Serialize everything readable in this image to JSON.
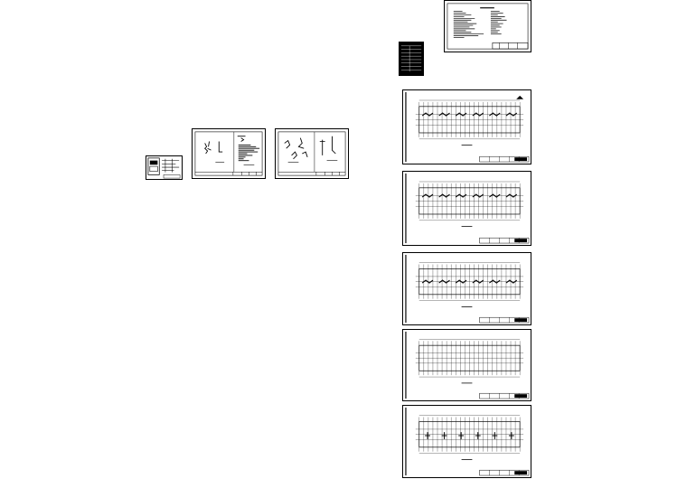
{
  "viewer": {
    "background": "#ffffff",
    "line_color": "#000000"
  },
  "sheets": [
    {
      "id": "cover-sheet",
      "kind": "text-notes",
      "label": ""
    },
    {
      "id": "index-sheet",
      "kind": "black-table",
      "label": ""
    },
    {
      "id": "small-detail-sheet",
      "kind": "detail",
      "label": ""
    },
    {
      "id": "detail-sheet-1",
      "kind": "detail-notes",
      "label": ""
    },
    {
      "id": "detail-sheet-2",
      "kind": "detail",
      "label": ""
    },
    {
      "id": "plan-sheet-1",
      "kind": "floor-plan",
      "label": ""
    },
    {
      "id": "plan-sheet-2",
      "kind": "floor-plan",
      "label": ""
    },
    {
      "id": "plan-sheet-3",
      "kind": "floor-plan",
      "label": ""
    },
    {
      "id": "plan-sheet-4",
      "kind": "floor-plan",
      "label": ""
    },
    {
      "id": "plan-sheet-5",
      "kind": "floor-plan",
      "label": ""
    }
  ]
}
